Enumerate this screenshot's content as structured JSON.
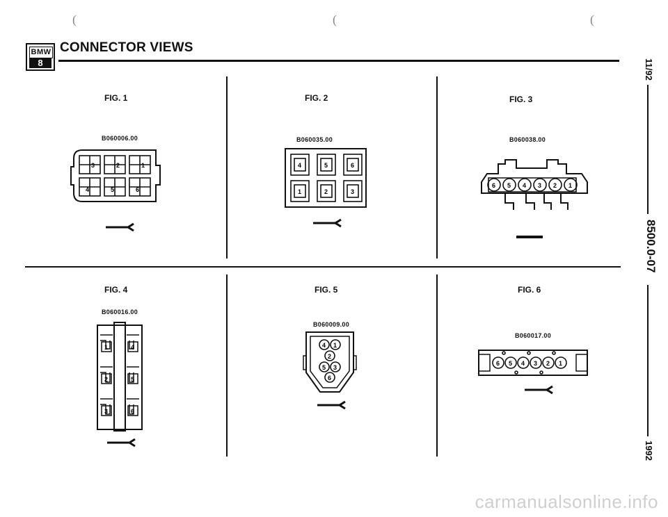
{
  "header": {
    "logo_top": "BMW",
    "logo_bottom": "8",
    "title": "CONNECTOR VIEWS"
  },
  "margin": {
    "date": "11/92",
    "page_code": "8500.0-07",
    "year": "1992"
  },
  "figures": [
    {
      "label": "FIG. 1",
      "code": "B060006.00",
      "pins": [
        "3",
        "2",
        "1",
        "4",
        "5",
        "6"
      ]
    },
    {
      "label": "FIG. 2",
      "code": "B060035.00",
      "pins": [
        "4",
        "5",
        "6",
        "1",
        "2",
        "3"
      ]
    },
    {
      "label": "FIG. 3",
      "code": "B060038.00",
      "pins": [
        "6",
        "5",
        "4",
        "3",
        "2",
        "1"
      ]
    },
    {
      "label": "FIG. 4",
      "code": "B060016.00",
      "pins": [
        "1",
        "4",
        "2",
        "5",
        "3",
        "6"
      ]
    },
    {
      "label": "FIG. 5",
      "code": "B060009.00",
      "pins": [
        "4",
        "1",
        "2",
        "5",
        "3",
        "6"
      ]
    },
    {
      "label": "FIG. 6",
      "code": "B060017.00",
      "pins": [
        "6",
        "5",
        "4",
        "3",
        "2",
        "1"
      ]
    }
  ],
  "watermark": "carmanualsonline.info",
  "scan_marks": [
    "(",
    "(",
    "("
  ]
}
